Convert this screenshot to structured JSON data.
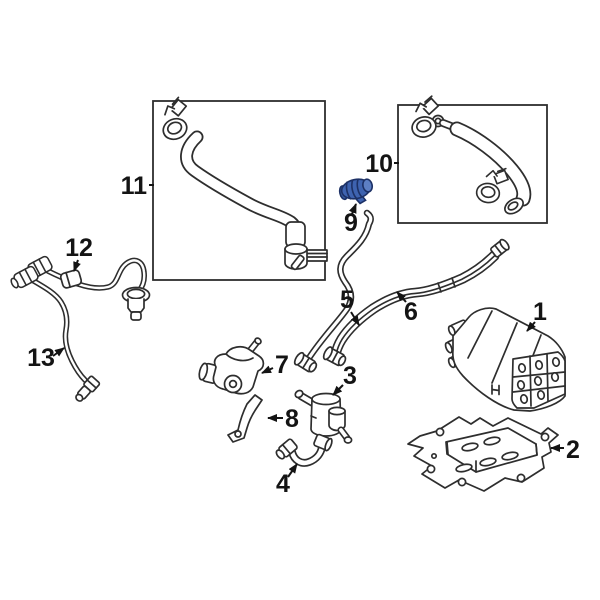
{
  "figure": {
    "type": "parts-diagram",
    "background": "#ffffff",
    "artwork_line_color": "#2e2e2e",
    "label_color": "#141414",
    "highlighted_part": {
      "number": "9",
      "fill": "#3e63b0",
      "stroke": "#1d3166",
      "cap_light": "#5d7fc4",
      "cap_dark": "#35599f"
    }
  },
  "labels": {
    "n1": "1",
    "n2": "2",
    "n3": "3",
    "n4": "4",
    "n5": "5",
    "n6": "6",
    "n7": "7",
    "n8": "8",
    "n9": "9",
    "n10": "10",
    "n11": "11",
    "n12": "12",
    "n13": "13"
  }
}
